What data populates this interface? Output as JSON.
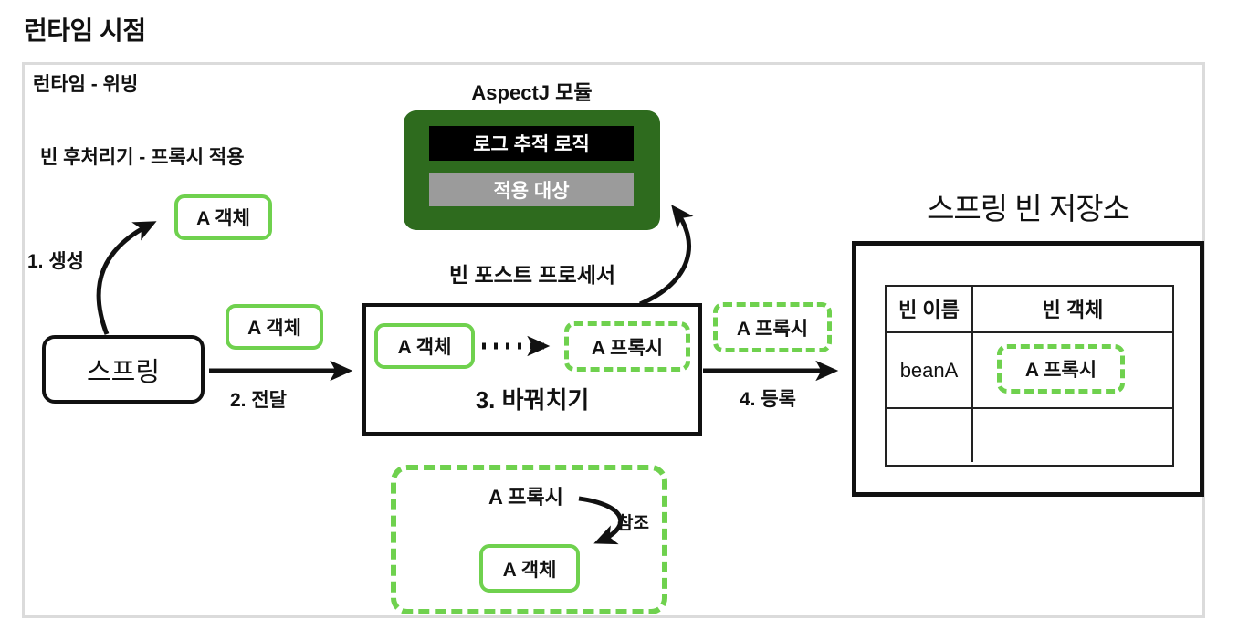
{
  "page": {
    "title": "런타임 시점"
  },
  "container": {
    "label": "런타임 - 위빙",
    "sublabel": "빈 후처리기 - 프록시 적용"
  },
  "aspectj": {
    "title": "AspectJ 모듈",
    "logic_label": "로그 추적 로직",
    "target_label": "적용 대상"
  },
  "spring": {
    "label": "스프링"
  },
  "post_processor": {
    "title": "빈 포스트 프로세서"
  },
  "objects": {
    "a_object": "A 객체",
    "a_proxy": "A 프록시"
  },
  "steps": {
    "create": "1. 생성",
    "deliver": "2. 전달",
    "swap": "3. 바꿔치기",
    "register": "4. 등록",
    "reference": "참조"
  },
  "store": {
    "title": "스프링 빈 저장소",
    "table": {
      "headers": [
        "빈 이름",
        "빈 객체"
      ],
      "rows": [
        {
          "name": "beanA",
          "value": "A 프록시"
        },
        {
          "name": "",
          "value": ""
        }
      ]
    }
  },
  "colors": {
    "aspectj_green": "#2e6b1e",
    "proxy_green": "#6fd14e",
    "target_gray": "#9b9b9b",
    "container_border": "#dbdbdb"
  }
}
